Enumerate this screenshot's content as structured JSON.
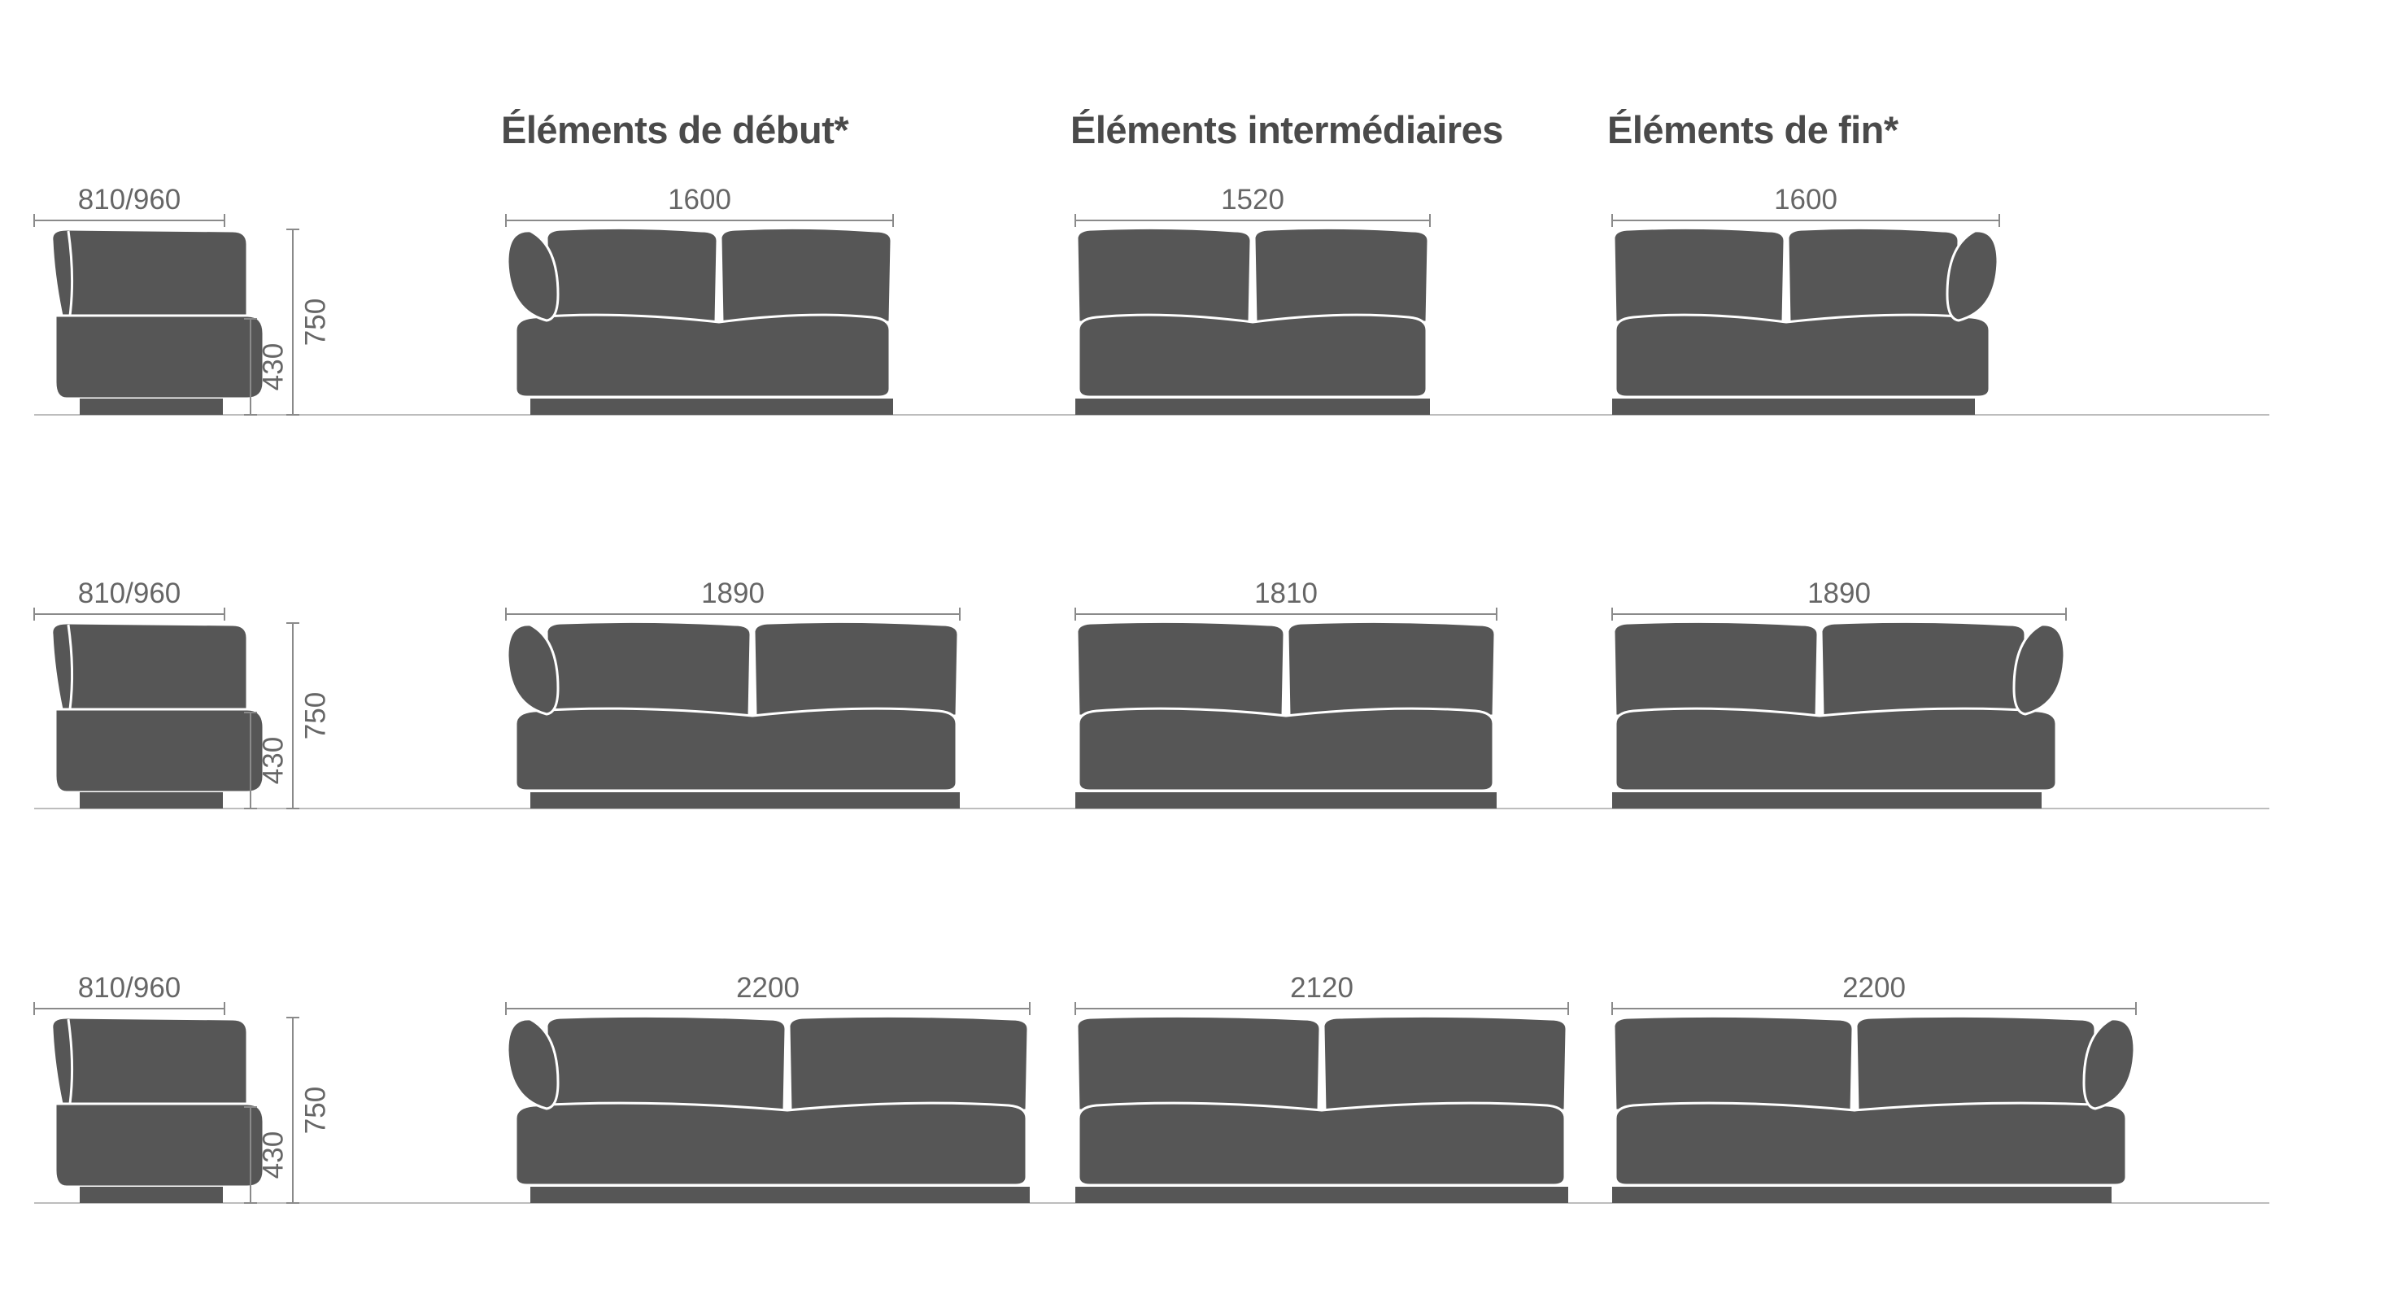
{
  "headings": {
    "start": "Éléments de début*",
    "middle": "Éléments intermédiaires",
    "end": "Éléments de fin*"
  },
  "rows": [
    {
      "side_depth": "810/960",
      "seat_height": "430",
      "total_height": "750",
      "start_width": "1600",
      "middle_width": "1520",
      "end_width": "1600"
    },
    {
      "side_depth": "810/960",
      "seat_height": "430",
      "total_height": "750",
      "start_width": "1890",
      "middle_width": "1810",
      "end_width": "1890"
    },
    {
      "side_depth": "810/960",
      "seat_height": "430",
      "total_height": "750",
      "start_width": "2200",
      "middle_width": "2120",
      "end_width": "2200"
    }
  ],
  "colors": {
    "sofa_fill": "#565656",
    "outline": "#ffffff",
    "dimension_line": "#8a8a8a",
    "dimension_text": "#666666",
    "heading_text": "#4a4a4a",
    "floor_line": "#bdbdbd"
  }
}
